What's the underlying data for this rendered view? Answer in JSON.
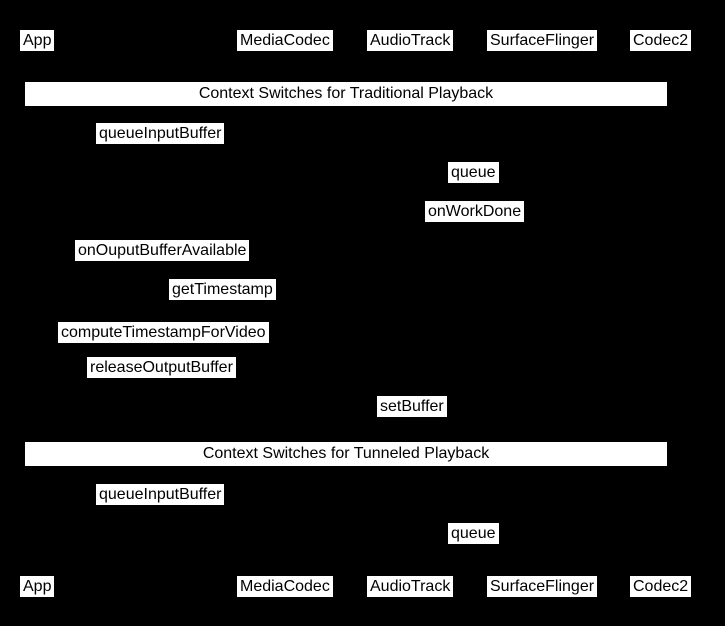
{
  "colors": {
    "background": "#000000",
    "label_bg": "#ffffff",
    "label_text": "#000000"
  },
  "diagram_type": "sequence-diagram",
  "participants": [
    "App",
    "MediaCodec",
    "AudioTrack",
    "SurfaceFlinger",
    "Codec2"
  ],
  "sections": [
    {
      "title": "Context Switches for Traditional Playback",
      "messages": [
        "queueInputBuffer",
        "queue",
        "onWorkDone",
        "onOuputBufferAvailable",
        "getTimestamp",
        "computeTimestampForVideo",
        "releaseOutputBuffer",
        "setBuffer"
      ]
    },
    {
      "title": "Context Switches for Tunneled Playback",
      "messages": [
        "queueInputBuffer",
        "queue"
      ]
    }
  ]
}
